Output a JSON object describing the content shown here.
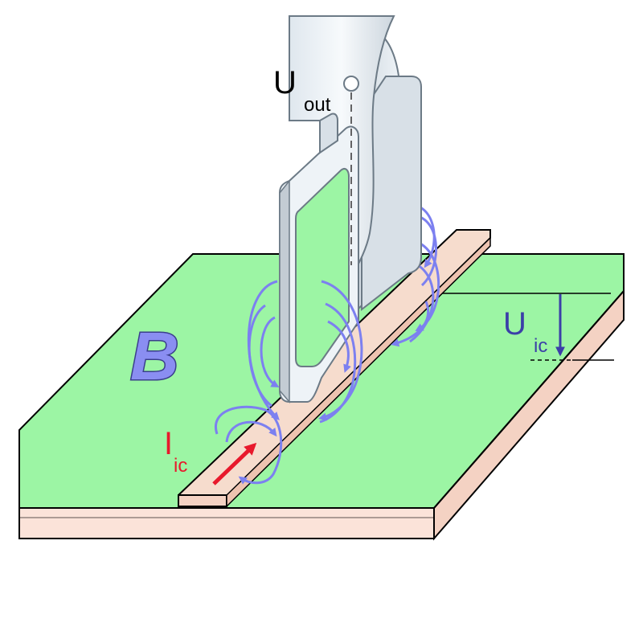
{
  "labels": {
    "u_out": {
      "main": "U",
      "sub": "out"
    },
    "u_ic": {
      "main": "U",
      "sub": "ic"
    },
    "i_ic": {
      "main": "I",
      "sub": "ic"
    },
    "field": "B"
  },
  "colors": {
    "board_top": "#9cf5a4",
    "board_side": "#fbe3d9",
    "trace": "#f6dccd",
    "probe_body": "#e8eef3",
    "probe_edge": "#6c7a86",
    "field_lines": "#7c80f0",
    "field_label": "#8a8ef2",
    "field_label_outline": "#3a3e8c",
    "current_arrow": "#e8192c",
    "voltage_arrow": "#3b3fa8",
    "outline": "#000000"
  },
  "icons": {
    "probe": "magnetic-field-probe-loop",
    "field_loop": "curved-arrow-loop-icon",
    "current": "red-arrow-icon",
    "voltage": "down-arrow-icon"
  }
}
